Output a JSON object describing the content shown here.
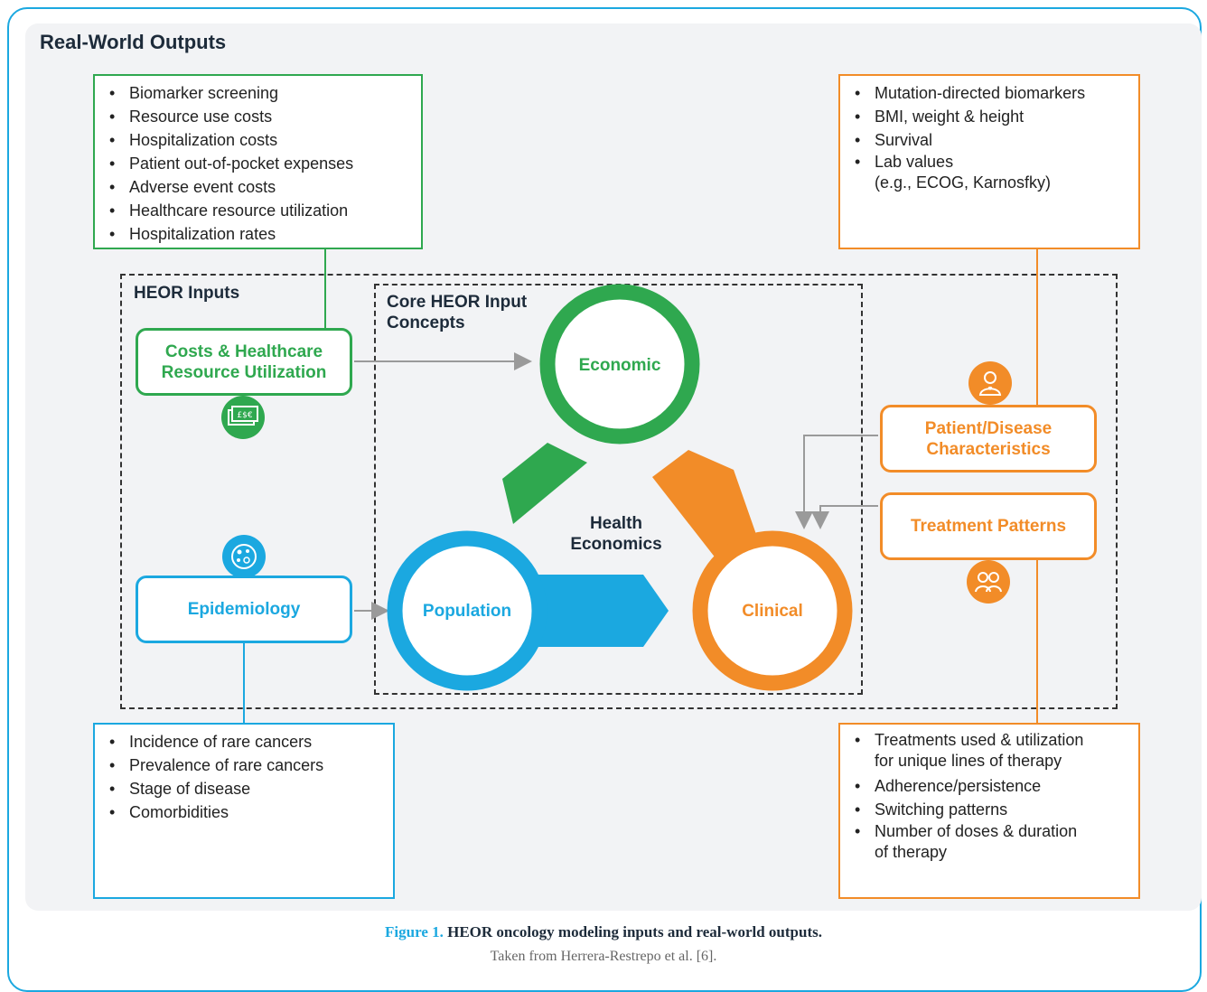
{
  "title": "Real-World Outputs",
  "boxes": {
    "costs_outputs": [
      "Biomarker screening",
      "Resource use costs",
      "Hospitalization costs",
      "Patient out-of-pocket expenses",
      "Adverse event costs",
      "Healthcare resource utilization",
      "Hospitalization rates"
    ],
    "patient_outputs": [
      "Mutation-directed biomarkers",
      "BMI, weight & height",
      "Survival"
    ],
    "lab_values_line1": "Lab values",
    "lab_values_line2": "(e.g., ECOG, Karnosfky)",
    "epi_outputs": [
      "Incidence of rare cancers",
      "Prevalence of rare cancers",
      "Stage of disease",
      "Comorbidities"
    ],
    "treatment_outputs": [
      {
        "l1": "Treatments used & utilization",
        "l2": "for unique lines of therapy"
      },
      {
        "l1": "Adherence/persistence",
        "l2": ""
      },
      {
        "l1": "Switching patterns",
        "l2": ""
      },
      {
        "l1": "Number of doses & duration",
        "l2": "of therapy"
      }
    ]
  },
  "inputs": {
    "label": "HEOR Inputs",
    "core_label_line1": "Core HEOR Input",
    "core_label_line2": "Concepts",
    "costs_line1": "Costs & Healthcare",
    "costs_line2": "Resource Utilization",
    "epidemiology": "Epidemiology",
    "patient_line1": "Patient/Disease",
    "patient_line2": "Characteristics",
    "treatment_patterns": "Treatment Patterns"
  },
  "concepts": {
    "economic": "Economic",
    "population": "Population",
    "clinical": "Clinical",
    "center_line1": "Health",
    "center_line2": "Economics"
  },
  "icons": {
    "money": "money-icon",
    "virus": "virus-icon",
    "patient": "patient-icon",
    "people": "people-icon",
    "money_text": "£$€"
  },
  "colors": {
    "green": "#2fa84f",
    "orange": "#f28c28",
    "blue": "#1ba8e0"
  },
  "caption": {
    "figure": "Figure 1.",
    "text": "HEOR oncology modeling inputs and real-world outputs.",
    "source": "Taken from Herrera-Restrepo et al. [6]."
  }
}
